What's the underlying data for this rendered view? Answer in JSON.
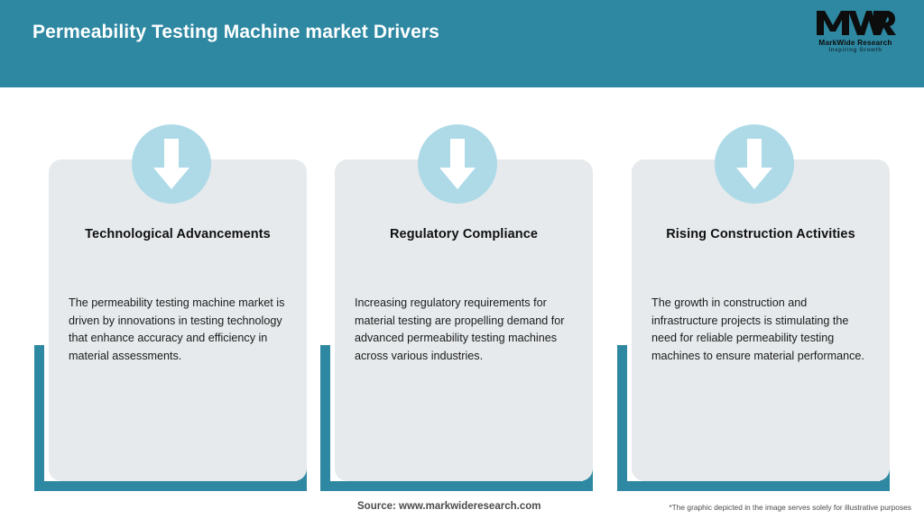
{
  "header": {
    "title": "Permeability Testing Machine market Drivers",
    "background_color": "#2E88A2",
    "logo": {
      "mark": "MWR",
      "name": "MarkWide Research",
      "tagline": "Inspiring Growth"
    }
  },
  "drivers": [
    {
      "icon": "down-arrow-icon",
      "title": "Technological Advancements",
      "body": "The permeability testing machine market is driven by innovations in testing technology that enhance accuracy and efficiency in material assessments."
    },
    {
      "icon": "down-arrow-icon",
      "title": "Regulatory Compliance",
      "body": "Increasing regulatory requirements for material testing are propelling demand for advanced permeability testing machines across various industries."
    },
    {
      "icon": "down-arrow-icon",
      "title": "Rising Construction Activities",
      "body": "The growth in construction and infrastructure projects is stimulating the need for reliable permeability testing machines to ensure material performance."
    }
  ],
  "footer": {
    "source": "Source: www.markwideresearch.com",
    "disclaimer": "*The graphic depicted in the image serves solely for illustrative purposes"
  },
  "colors": {
    "teal": "#2E88A2",
    "light_blue": "#AEDAE8",
    "card_grey": "#E6EAEC",
    "page_background": "#FFFFFF"
  }
}
